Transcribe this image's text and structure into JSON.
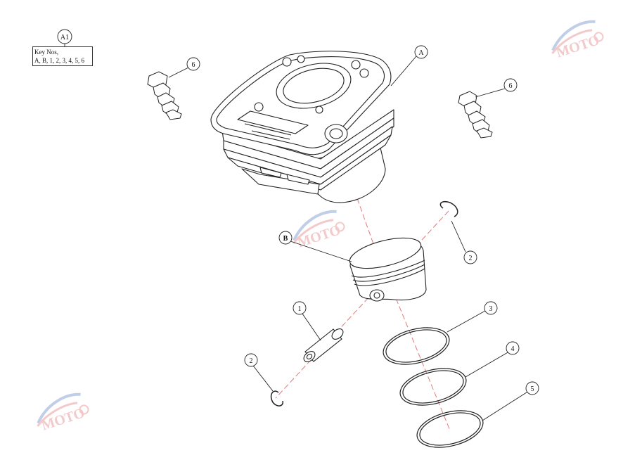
{
  "sheet_callout": "A1",
  "key_box": {
    "line1": "Key Nos,",
    "line2": "A, B, 1, 2, 3, 4, 5, 6"
  },
  "callouts": {
    "cylinder": "A",
    "piston": "B",
    "piston_pin": "1",
    "circlip_right": "2",
    "circlip_left": "2",
    "ring_top": "3",
    "ring_second": "4",
    "ring_oil": "5",
    "stud_left": "6",
    "stud_right": "6"
  },
  "watermark_text": "MOTO",
  "colors": {
    "line": "#222222",
    "centerline": "#e07a7a",
    "watermark_blue": "#8fa7d6",
    "watermark_red": "#e8a0a0"
  }
}
